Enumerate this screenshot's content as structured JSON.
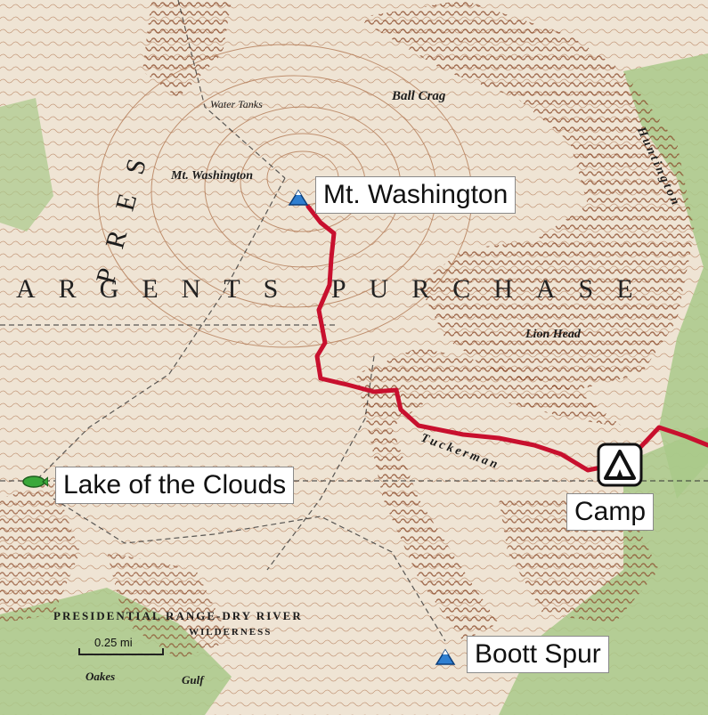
{
  "map": {
    "markers": {
      "mt_washington": {
        "label": "Mt. Washington",
        "icon": "peak-icon"
      },
      "lake_of_the_clouds": {
        "label": "Lake of the Clouds",
        "icon": "lake-icon"
      },
      "camp": {
        "label": "Camp",
        "icon": "campsite-icon"
      },
      "boott_spur": {
        "label": "Boott Spur",
        "icon": "peak-icon"
      }
    },
    "base_labels": {
      "sargents": "ARGENTS PURCHASE",
      "presidential": "PRESIDENTIAL RANGE-DRY RIVER",
      "wilderness": "WILDERNESS",
      "mt_washington_base": "Mt. Washington",
      "ball_crag": "Ball Crag",
      "water_tanks": "Water Tanks",
      "lion_head": "Lion Head",
      "tuckerman": "Tuckerman",
      "huntington": "Huntington",
      "pres": "PRES",
      "oakes": "Oakes",
      "gulf": "Gulf"
    },
    "scale_label": "0.25 mi",
    "colors": {
      "trail": "#c8102e",
      "contour": "#a0522d",
      "cliff": "#8b4a2a",
      "forest": "#9fc27a",
      "label_border": "#8a8a8a"
    }
  }
}
